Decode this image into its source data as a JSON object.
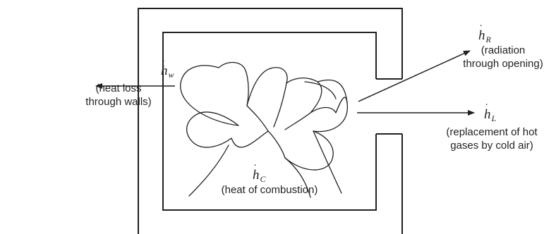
{
  "colors": {
    "ink": "#231f20",
    "background": "#ffffff"
  },
  "labels": {
    "hw": {
      "symbol": "h",
      "subscript": "w",
      "line1": "(heat loss",
      "line2": "through walls)"
    },
    "hr": {
      "symbol": "h",
      "subscript": "R",
      "line1": "(radiation",
      "line2": "through opening)"
    },
    "hl": {
      "symbol": "h",
      "subscript": "L",
      "line1": "(replacement of hot",
      "line2": "gases by cold air)"
    },
    "hc": {
      "symbol": "h",
      "subscript": "C",
      "line1": "(heat of combustion)"
    }
  }
}
